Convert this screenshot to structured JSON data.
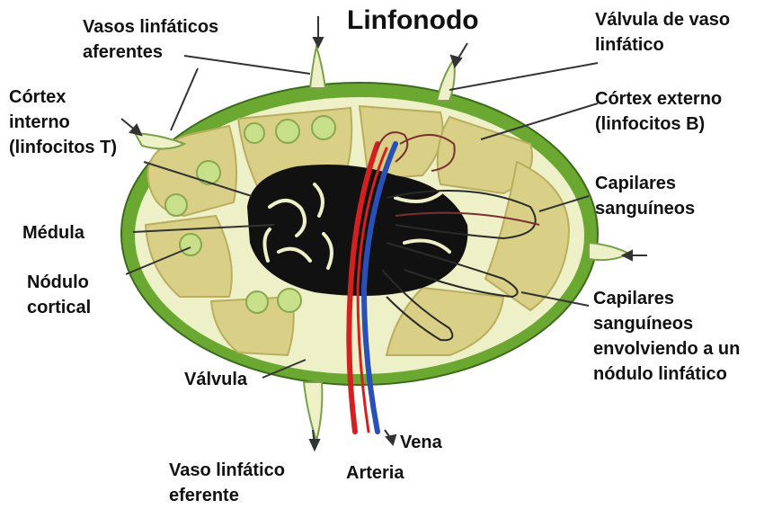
{
  "title": "Linfonodo",
  "labels": {
    "afferent": [
      "Vasos linfáticos",
      "aferentes"
    ],
    "inner_cortex": [
      "Córtex",
      "interno",
      "(linfocitos T)"
    ],
    "medulla": [
      "Médula"
    ],
    "cortical_nodule": [
      "Nódulo",
      "cortical"
    ],
    "valve": [
      "Válvula"
    ],
    "efferent": [
      "Vaso linfático",
      "eferente"
    ],
    "artery": [
      "Arteria"
    ],
    "vein": [
      "Vena"
    ],
    "vessel_valve": [
      "Válvula de vaso",
      "linfático"
    ],
    "outer_cortex": [
      "Córtex externo",
      "(linfocitos B)"
    ],
    "capillaries": [
      "Capilares",
      "sanguíneos"
    ],
    "capillaries_nodule": [
      "Capilares",
      "sanguíneos",
      "envolviendo a un",
      "nódulo linfático"
    ]
  },
  "colors": {
    "capsule": "#6aa832",
    "capsule_dark": "#3d6b1c",
    "trabecula": "#eef0c8",
    "cortex": "#d9cf86",
    "cortex_light": "#e8e2b0",
    "nodule": "#c8e08a",
    "medulla": "#111111",
    "artery": "#d42020",
    "vein": "#2850b8"
  }
}
